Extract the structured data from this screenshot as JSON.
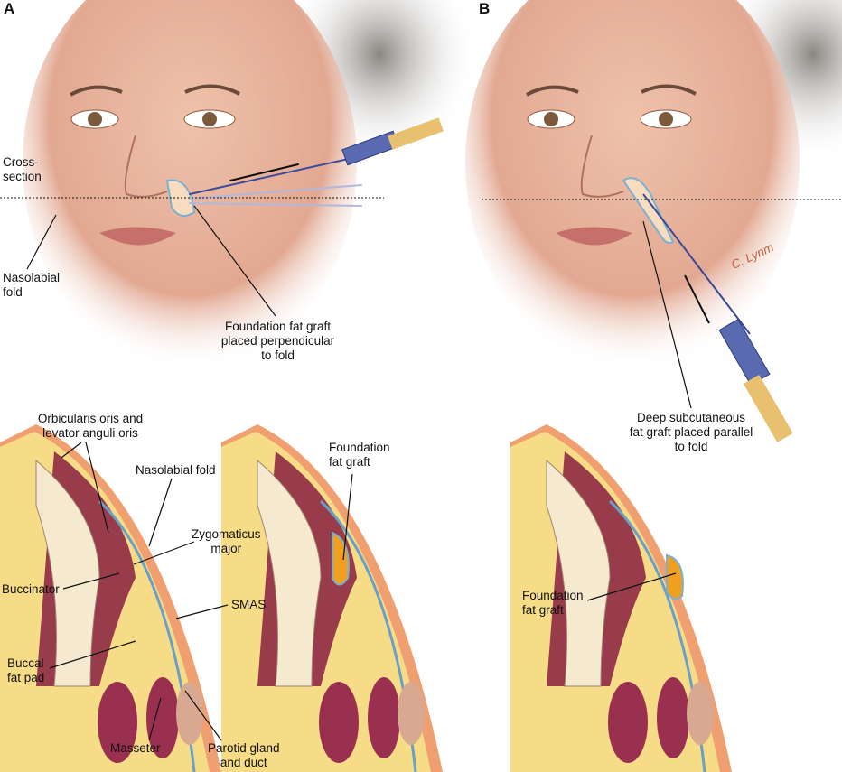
{
  "panels": {
    "a": "A",
    "b": "B"
  },
  "labels": {
    "cross_section": "Cross-\nsection",
    "nasolabial_fold_face": "Nasolabial\nfold",
    "foundation_perpendicular": "Foundation fat graft\nplaced perpendicular\nto fold",
    "orbicularis": "Orbicularis oris and\nlevator anguli oris",
    "nasolabial_fold": "Nasolabial fold",
    "zygomaticus": "Zygomaticus\nmajor",
    "buccinator": "Buccinator",
    "smas": "SMAS",
    "buccal_fat_pad": "Buccal\nfat pad",
    "masseter": "Masseter",
    "parotid": "Parotid gland\nand duct",
    "foundation_fat_graft_mid": "Foundation\nfat graft",
    "deep_subcutaneous": "Deep subcutaneous\nfat graft placed parallel\nto fold",
    "foundation_fat_graft_b": "Foundation\nfat graft"
  },
  "signature": "C. Lynm",
  "colors": {
    "skin": "#e9b7a0",
    "fat": "#f6dc86",
    "muscle": "#8e2a45",
    "dermis": "#f0a070",
    "smas": "#6aa0c8"
  }
}
